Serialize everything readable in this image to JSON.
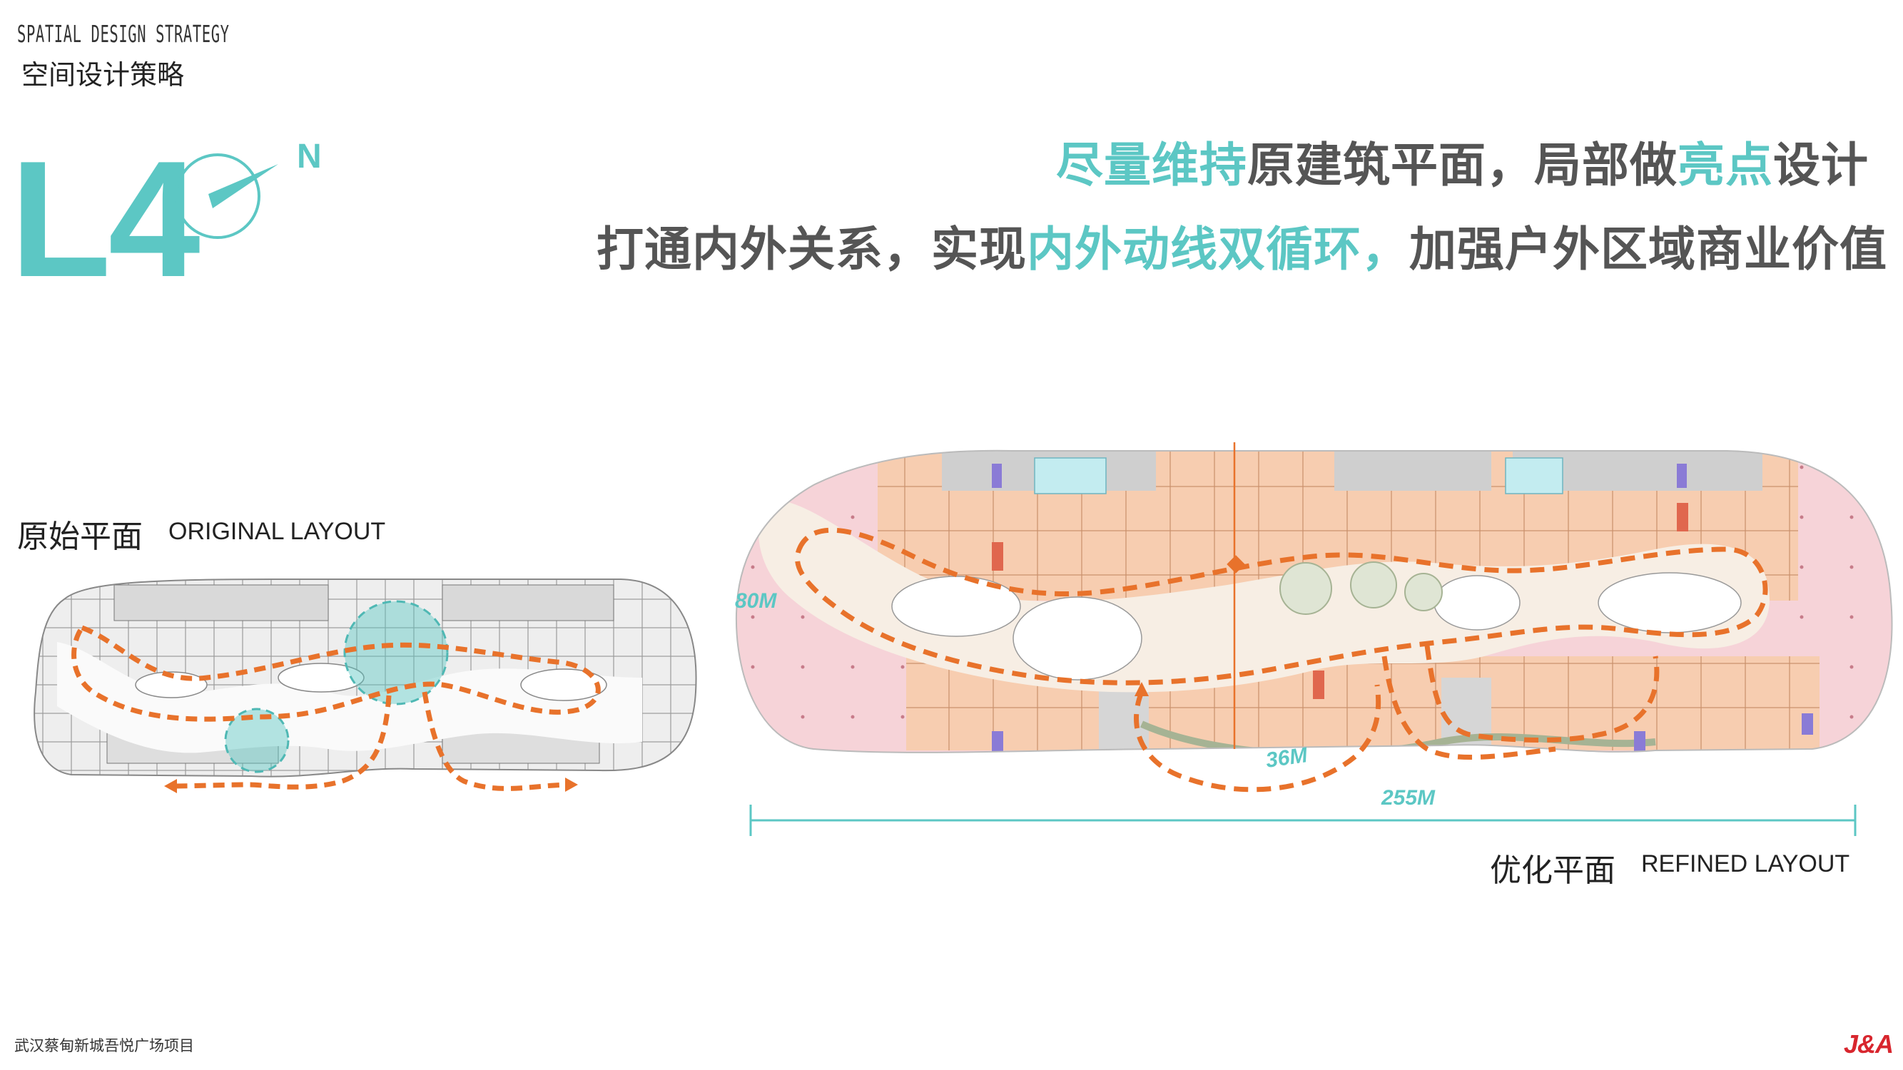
{
  "header": {
    "kicker": "SPATIAL DESIGN STRATEGY",
    "subtitle": "空间设计策略",
    "floor": "L4",
    "north_label": "N"
  },
  "headline": {
    "line1": [
      {
        "text": "尽量维持",
        "accent": true
      },
      {
        "text": "原建筑平面，局部做",
        "accent": false
      },
      {
        "text": "亮点",
        "accent": true
      },
      {
        "text": "设计",
        "accent": false
      }
    ],
    "line2": [
      {
        "text": "打通内外关系，实现",
        "accent": false
      },
      {
        "text": "内外动线双循环，",
        "accent": true
      },
      {
        "text": "加强户外区域商业价值",
        "accent": false
      }
    ]
  },
  "original": {
    "label_cn": "原始平面",
    "label_en": "ORIGINAL LAYOUT"
  },
  "refined": {
    "label_cn": "优化平面",
    "label_en": "REFINED LAYOUT",
    "dim_width": "80M",
    "dim_inner": "36M",
    "dim_length": "255M"
  },
  "footer": {
    "project": "武汉蔡甸新城吾悦广场项目",
    "logo": "J&A"
  },
  "colors": {
    "accent_teal": "#5cc7c4",
    "route_orange": "#e8722b",
    "shop_peach": "#f7cdb0",
    "outdoor_pink": "#f6d3d8",
    "core_gray": "#c9c9c9",
    "logo_red": "#d8262e"
  }
}
